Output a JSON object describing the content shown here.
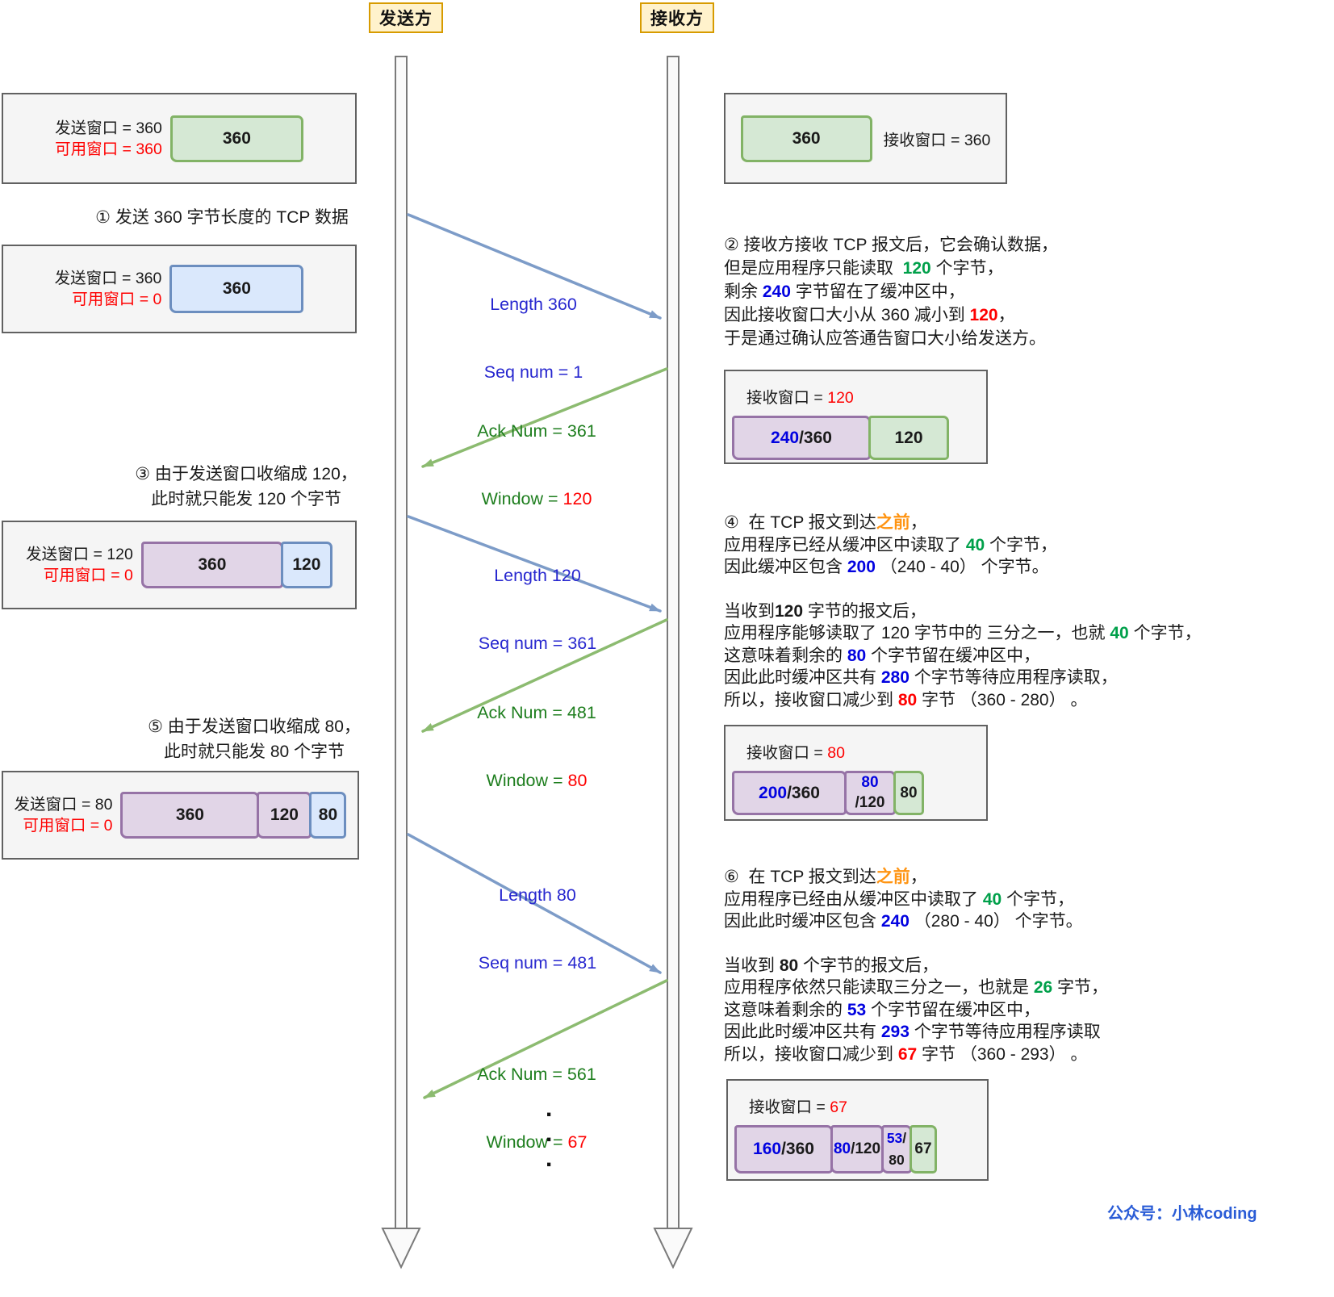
{
  "actors": {
    "sender": "发送方",
    "receiver": "接收方"
  },
  "footer": {
    "watermark": "公众号：小林coding"
  },
  "middle": {
    "dots": ".\n.\n."
  },
  "colors": {
    "actor_bg": "#fff2cc",
    "actor_border": "#d79b00",
    "green_fill": "#d5e8d4",
    "green_border": "#82b366",
    "blue_fill": "#dae8fc",
    "blue_border": "#6c8ebf",
    "purple_fill": "#e1d5e7",
    "purple_border": "#9673a6",
    "arrow_blue": "#7d9cc8",
    "arrow_green": "#8cbb70",
    "num_blue": "#0202e0",
    "num_green": "#00a04a",
    "num_red": "#fe0000",
    "num_orange": "#ff9412"
  },
  "sender_states": [
    {
      "win": [
        {
          "t": "发送窗口 = 360",
          "c": "k"
        }
      ],
      "avail": [
        {
          "t": "可用窗口 = 360",
          "c": "r2"
        }
      ],
      "segments": [
        {
          "label": [
            {
              "t": "360",
              "c": "k"
            }
          ]
        }
      ]
    },
    {
      "win": [
        {
          "t": "发送窗口 = 360",
          "c": "k"
        }
      ],
      "avail": [
        {
          "t": "可用窗口 = 0",
          "c": "r2"
        }
      ],
      "segments": [
        {
          "label": [
            {
              "t": "360",
              "c": "k"
            }
          ]
        }
      ]
    },
    {
      "win": [
        {
          "t": "发送窗口 = 120",
          "c": "k"
        }
      ],
      "avail": [
        {
          "t": "可用窗口 = 0",
          "c": "r2"
        }
      ],
      "segments": [
        {
          "label": [
            {
              "t": "360",
              "c": "k"
            }
          ]
        },
        {
          "label": [
            {
              "t": "120",
              "c": "k"
            }
          ]
        }
      ]
    },
    {
      "win": [
        {
          "t": "发送窗口 = 80",
          "c": "k"
        }
      ],
      "avail": [
        {
          "t": "可用窗口 = 0",
          "c": "r2"
        }
      ],
      "segments": [
        {
          "label": [
            {
              "t": "360",
              "c": "k"
            }
          ]
        },
        {
          "label": [
            {
              "t": "120",
              "c": "k"
            }
          ]
        },
        {
          "label": [
            {
              "t": "80",
              "c": "k"
            }
          ]
        }
      ]
    }
  ],
  "receiver_states": [
    {
      "label": [
        {
          "t": "接收窗口 = 360",
          "c": "k"
        }
      ],
      "segments": [
        {
          "label": [
            {
              "t": "360",
              "c": "k"
            }
          ]
        }
      ]
    },
    {
      "label": [
        {
          "t": "接收窗口 = ",
          "c": "k"
        },
        {
          "t": "120",
          "c": "r2"
        }
      ],
      "segments": [
        {
          "label": [
            {
              "t": "240",
              "c": "b"
            },
            {
              "t": "/360",
              "c": "k"
            }
          ]
        },
        {
          "label": [
            {
              "t": "120",
              "c": "k"
            }
          ]
        }
      ]
    },
    {
      "label": [
        {
          "t": "接收窗口 = ",
          "c": "k"
        },
        {
          "t": "80",
          "c": "r2"
        }
      ],
      "segments": [
        {
          "label": [
            {
              "t": "200",
              "c": "b"
            },
            {
              "t": "/360",
              "c": "k"
            }
          ]
        },
        {
          "label": [
            {
              "t": "80",
              "c": "b"
            },
            {
              "t": "/120",
              "c": "k"
            }
          ]
        },
        {
          "label": [
            {
              "t": "80",
              "c": "k"
            }
          ]
        }
      ]
    },
    {
      "label": [
        {
          "t": "接收窗口 = ",
          "c": "k"
        },
        {
          "t": "67",
          "c": "r2"
        }
      ],
      "segments": [
        {
          "label": [
            {
              "t": "160",
              "c": "b"
            },
            {
              "t": "/360",
              "c": "k"
            }
          ]
        },
        {
          "label": [
            {
              "t": "80",
              "c": "b"
            },
            {
              "t": "/120",
              "c": "k"
            }
          ]
        },
        {
          "label": [
            {
              "t": "53",
              "c": "b"
            },
            {
              "t": "/",
              "c": "k"
            },
            {
              "t": "80",
              "c": "k"
            }
          ]
        },
        {
          "label": [
            {
              "t": "67",
              "c": "k"
            }
          ]
        }
      ]
    }
  ],
  "messages": [
    {
      "lines": [
        [
          {
            "t": "Length 360",
            "c": "msgb"
          }
        ],
        [
          {
            "t": "Seq num = 1",
            "c": "msgb"
          }
        ]
      ]
    },
    {
      "lines": [
        [
          {
            "t": "Ack Num = 361",
            "c": "msgg"
          }
        ],
        [
          {
            "t": "Window = ",
            "c": "msgg"
          },
          {
            "t": "120",
            "c": "msgr"
          }
        ]
      ]
    },
    {
      "lines": [
        [
          {
            "t": "Length 120",
            "c": "msgb"
          }
        ],
        [
          {
            "t": "Seq num = 361",
            "c": "msgb"
          }
        ]
      ]
    },
    {
      "lines": [
        [
          {
            "t": "Ack Num = 481",
            "c": "msgg"
          }
        ],
        [
          {
            "t": "Window = ",
            "c": "msgg"
          },
          {
            "t": "80",
            "c": "msgr"
          }
        ]
      ]
    },
    {
      "lines": [
        [
          {
            "t": "Length 80",
            "c": "msgb"
          }
        ],
        [
          {
            "t": "Seq num = 481",
            "c": "msgb"
          }
        ]
      ]
    },
    {
      "lines": [
        [
          {
            "t": "Ack Num = 561",
            "c": "msgg"
          }
        ],
        [
          {
            "t": "Window = ",
            "c": "msgg"
          },
          {
            "t": "67",
            "c": "msgr"
          }
        ]
      ]
    }
  ],
  "annotations": {
    "step1": {
      "lines": [
        [
          {
            "t": "① 发送 360 字节长度的 TCP 数据",
            "c": "k"
          }
        ]
      ]
    },
    "step2": {
      "lines": [
        [
          {
            "t": "② 接收方接收 TCP 报文后，它会确认数据，",
            "c": "k"
          }
        ],
        [
          {
            "t": "但是应用程序只能读取  ",
            "c": "k"
          },
          {
            "t": "120",
            "c": "g"
          },
          {
            "t": " 个字节，",
            "c": "k"
          }
        ],
        [
          {
            "t": "剩余 ",
            "c": "k"
          },
          {
            "t": "240",
            "c": "b"
          },
          {
            "t": " 字节留在了缓冲区中，",
            "c": "k"
          }
        ],
        [
          {
            "t": "因此接收窗口大小从 360 减小到 ",
            "c": "k"
          },
          {
            "t": "120",
            "c": "r"
          },
          {
            "t": "，",
            "c": "k"
          }
        ],
        [
          {
            "t": "于是通过确认应答通告窗口大小给发送方。",
            "c": "k"
          }
        ]
      ]
    },
    "step3": {
      "lines": [
        [
          {
            "t": "③ 由于发送窗口收缩成 120，",
            "c": "k"
          }
        ],
        [
          {
            "t": "此时就只能发 120 个字节",
            "c": "k"
          }
        ]
      ]
    },
    "step4": {
      "lines": [
        [
          {
            "t": "④  在 TCP 报文到达",
            "c": "k"
          },
          {
            "t": "之前",
            "c": "o"
          },
          {
            "t": "，",
            "c": "k"
          }
        ],
        [
          {
            "t": "应用程序已经从缓冲区中读取了 ",
            "c": "k"
          },
          {
            "t": "40",
            "c": "g"
          },
          {
            "t": " 个字节，",
            "c": "k"
          }
        ],
        [
          {
            "t": "因此缓冲区包含 ",
            "c": "k"
          },
          {
            "t": "200",
            "c": "b"
          },
          {
            "t": " （240 - 40） 个字节。",
            "c": "k"
          }
        ],
        [],
        [
          {
            "t": "当收到",
            "c": "k"
          },
          {
            "t": "120",
            "c": "kb"
          },
          {
            "t": " 字节的报文后，",
            "c": "k"
          }
        ],
        [
          {
            "t": "应用程序能够读取了 120 字节中的 三分之一，也就 ",
            "c": "k"
          },
          {
            "t": "40",
            "c": "g"
          },
          {
            "t": " 个字节，",
            "c": "k"
          }
        ],
        [
          {
            "t": "这意味着剩余的 ",
            "c": "k"
          },
          {
            "t": "80",
            "c": "b"
          },
          {
            "t": " 个字节留在缓冲区中，",
            "c": "k"
          }
        ],
        [
          {
            "t": "因此此时缓冲区共有 ",
            "c": "k"
          },
          {
            "t": "280",
            "c": "b"
          },
          {
            "t": " 个字节等待应用程序读取，",
            "c": "k"
          }
        ],
        [
          {
            "t": "所以，接收窗口减少到 ",
            "c": "k"
          },
          {
            "t": "80",
            "c": "r"
          },
          {
            "t": " 字节 （360 - 280） 。",
            "c": "k"
          }
        ]
      ]
    },
    "step5": {
      "lines": [
        [
          {
            "t": "⑤ 由于发送窗口收缩成 80，",
            "c": "k"
          }
        ],
        [
          {
            "t": "此时就只能发 80 个字节",
            "c": "k"
          }
        ]
      ]
    },
    "step6": {
      "lines": [
        [
          {
            "t": "⑥  在 TCP 报文到达",
            "c": "k"
          },
          {
            "t": "之前",
            "c": "o"
          },
          {
            "t": "，",
            "c": "k"
          }
        ],
        [
          {
            "t": "应用程序已经由从缓冲区中读取了 ",
            "c": "k"
          },
          {
            "t": "40",
            "c": "g"
          },
          {
            "t": " 个字节，",
            "c": "k"
          }
        ],
        [
          {
            "t": "因此此时缓冲区包含 ",
            "c": "k"
          },
          {
            "t": "240",
            "c": "b"
          },
          {
            "t": " （280 - 40） 个字节。",
            "c": "k"
          }
        ],
        [],
        [
          {
            "t": "当收到 ",
            "c": "k"
          },
          {
            "t": "80",
            "c": "kb"
          },
          {
            "t": " 个字节的报文后，",
            "c": "k"
          }
        ],
        [
          {
            "t": "应用程序依然只能读取三分之一，也就是 ",
            "c": "k"
          },
          {
            "t": "26",
            "c": "g"
          },
          {
            "t": " 字节，",
            "c": "k"
          }
        ],
        [
          {
            "t": "这意味着剩余的 ",
            "c": "k"
          },
          {
            "t": "53",
            "c": "b"
          },
          {
            "t": " 个字节留在缓冲区中，",
            "c": "k"
          }
        ],
        [
          {
            "t": "因此此时缓冲区共有 ",
            "c": "k"
          },
          {
            "t": "293",
            "c": "b"
          },
          {
            "t": " 个字节等待应用程序读取",
            "c": "k"
          }
        ],
        [
          {
            "t": "所以，接收窗口减少到 ",
            "c": "k"
          },
          {
            "t": "67",
            "c": "r"
          },
          {
            "t": " 字节 （360 - 293） 。",
            "c": "k"
          }
        ]
      ]
    }
  }
}
